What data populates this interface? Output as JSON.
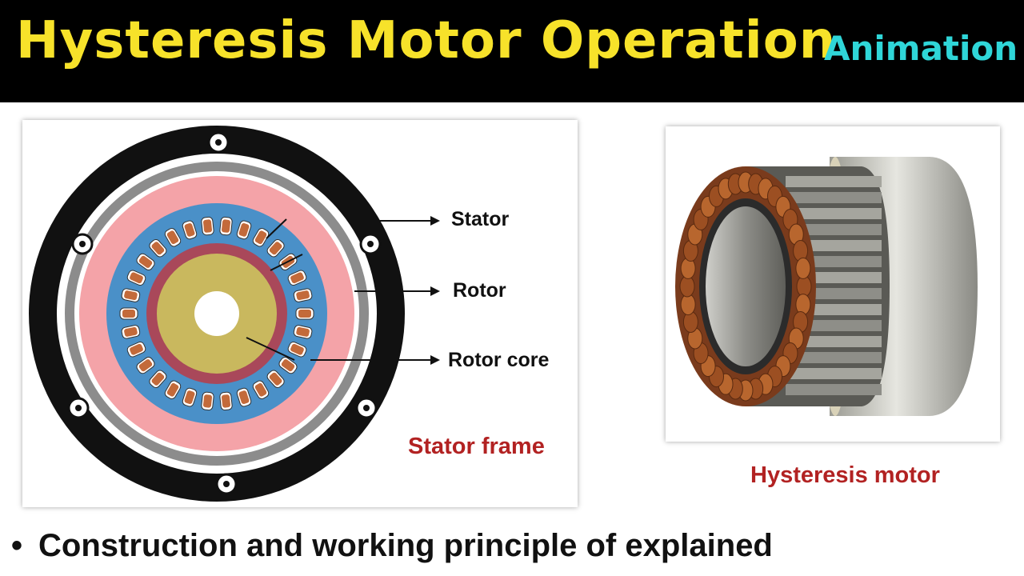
{
  "header": {
    "title": "Hysteresis Motor Operation",
    "subtitle": "Animation"
  },
  "diagram": {
    "labels": {
      "stator": "Stator",
      "rotor": "Rotor",
      "rotor_core": "Rotor core"
    },
    "caption": "Stator frame"
  },
  "photo": {
    "caption": "Hysteresis motor"
  },
  "footer": {
    "bullet_symbol": "•",
    "text": "Construction and working principle of explained"
  },
  "colors": {
    "title": "#f7e22a",
    "subtitle": "#2fd6d8",
    "caption": "#b22222",
    "stator_blue": "#4a90c8",
    "pink_ring": "#f4a3a8",
    "rotor_ring": "#a9485a",
    "rotor_core": "#c9b85e",
    "copper": "#c36a3a"
  }
}
